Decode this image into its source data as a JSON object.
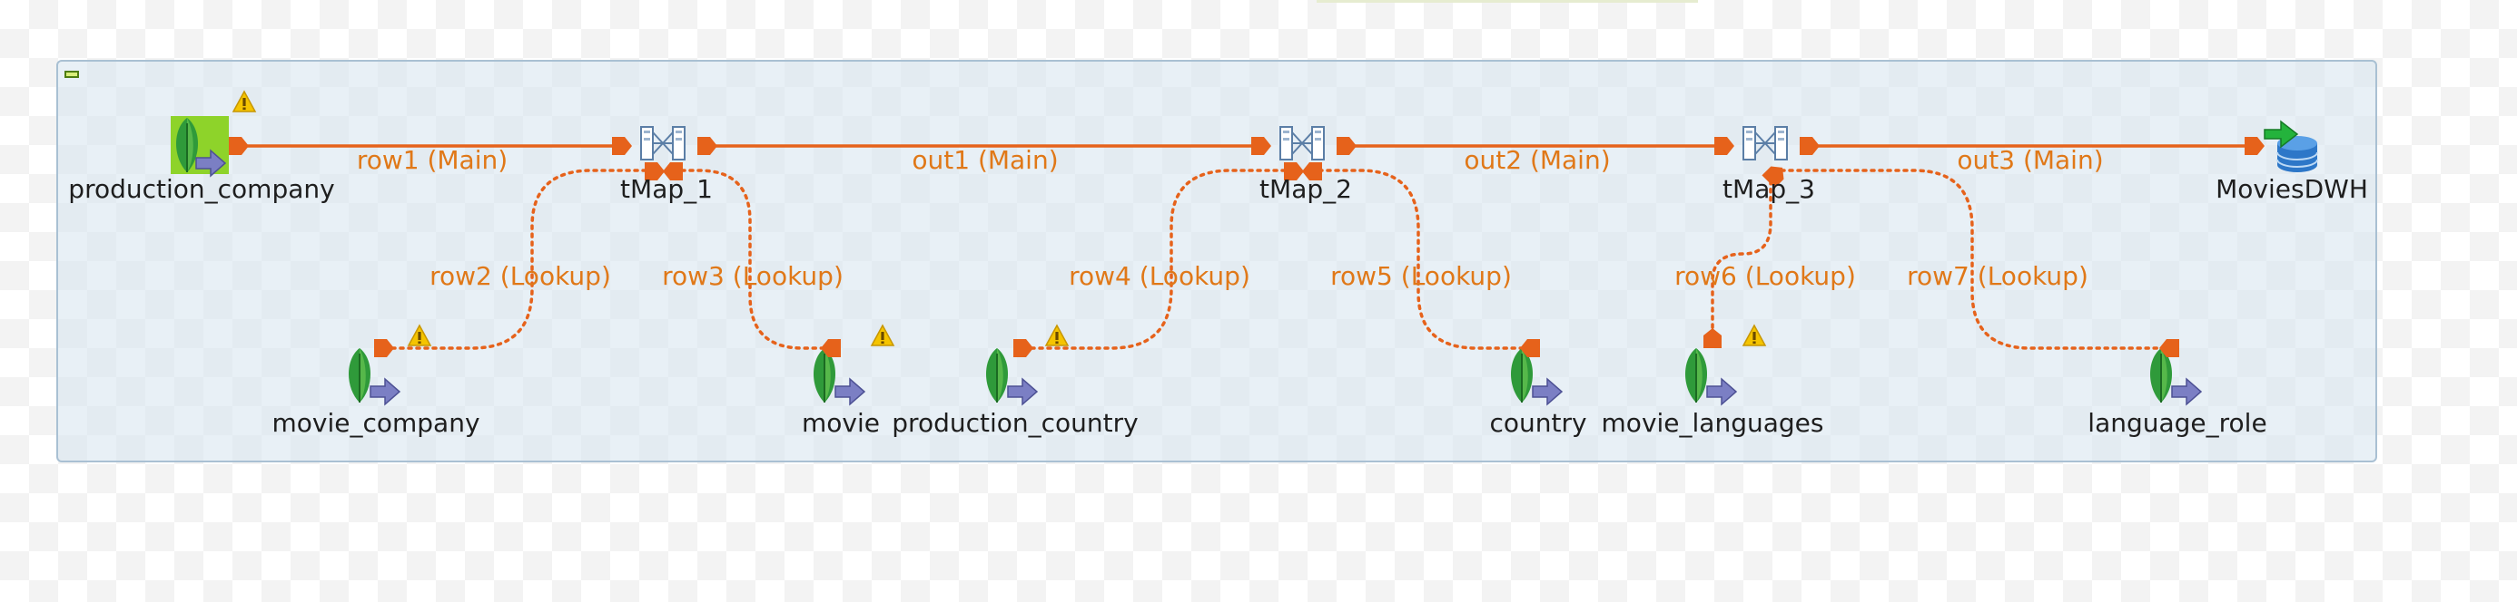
{
  "colors": {
    "subjob_bg": "#d6e4ee",
    "subjob_border": "#a9c0d3",
    "link": "#e6621b",
    "label": "#e07818",
    "mongo_leaf": "#2f9a3a",
    "arrow_badge": "#7b7fc4",
    "warning": "#f5c400",
    "selected_bg": "#8ed32a",
    "db_blue": "#2d77c8",
    "db_green": "#24b33c"
  },
  "nodes": {
    "production_company": {
      "label": "production_company",
      "icon": "mongodb-input-icon",
      "warning": true,
      "selected": true
    },
    "tmap_1": {
      "label": "tMap_1",
      "icon": "tmap-icon"
    },
    "tmap_2": {
      "label": "tMap_2",
      "icon": "tmap-icon"
    },
    "tmap_3": {
      "label": "tMap_3",
      "icon": "tmap-icon"
    },
    "movies_dwh": {
      "label": "MoviesDWH",
      "icon": "database-output-icon"
    },
    "movie_company": {
      "label": "movie_company",
      "icon": "mongodb-input-icon",
      "warning": true
    },
    "movie": {
      "label": "movie",
      "icon": "mongodb-input-icon",
      "warning": true
    },
    "production_country": {
      "label": "production_country",
      "icon": "mongodb-input-icon",
      "warning": true
    },
    "country": {
      "label": "country",
      "icon": "mongodb-input-icon",
      "warning": false
    },
    "movie_languages": {
      "label": "movie_languages",
      "icon": "mongodb-input-icon",
      "warning": true
    },
    "language_role": {
      "label": "language_role",
      "icon": "mongodb-input-icon",
      "warning": false
    }
  },
  "flows": {
    "row1": "row1 (Main)",
    "out1": "out1 (Main)",
    "out2": "out2 (Main)",
    "out3": "out3 (Main)",
    "row2": "row2 (Lookup)",
    "row3": "row3 (Lookup)",
    "row4": "row4 (Lookup)",
    "row5": "row5 (Lookup)",
    "row6": "row6 (Lookup)",
    "row7": "row7 (Lookup)"
  }
}
